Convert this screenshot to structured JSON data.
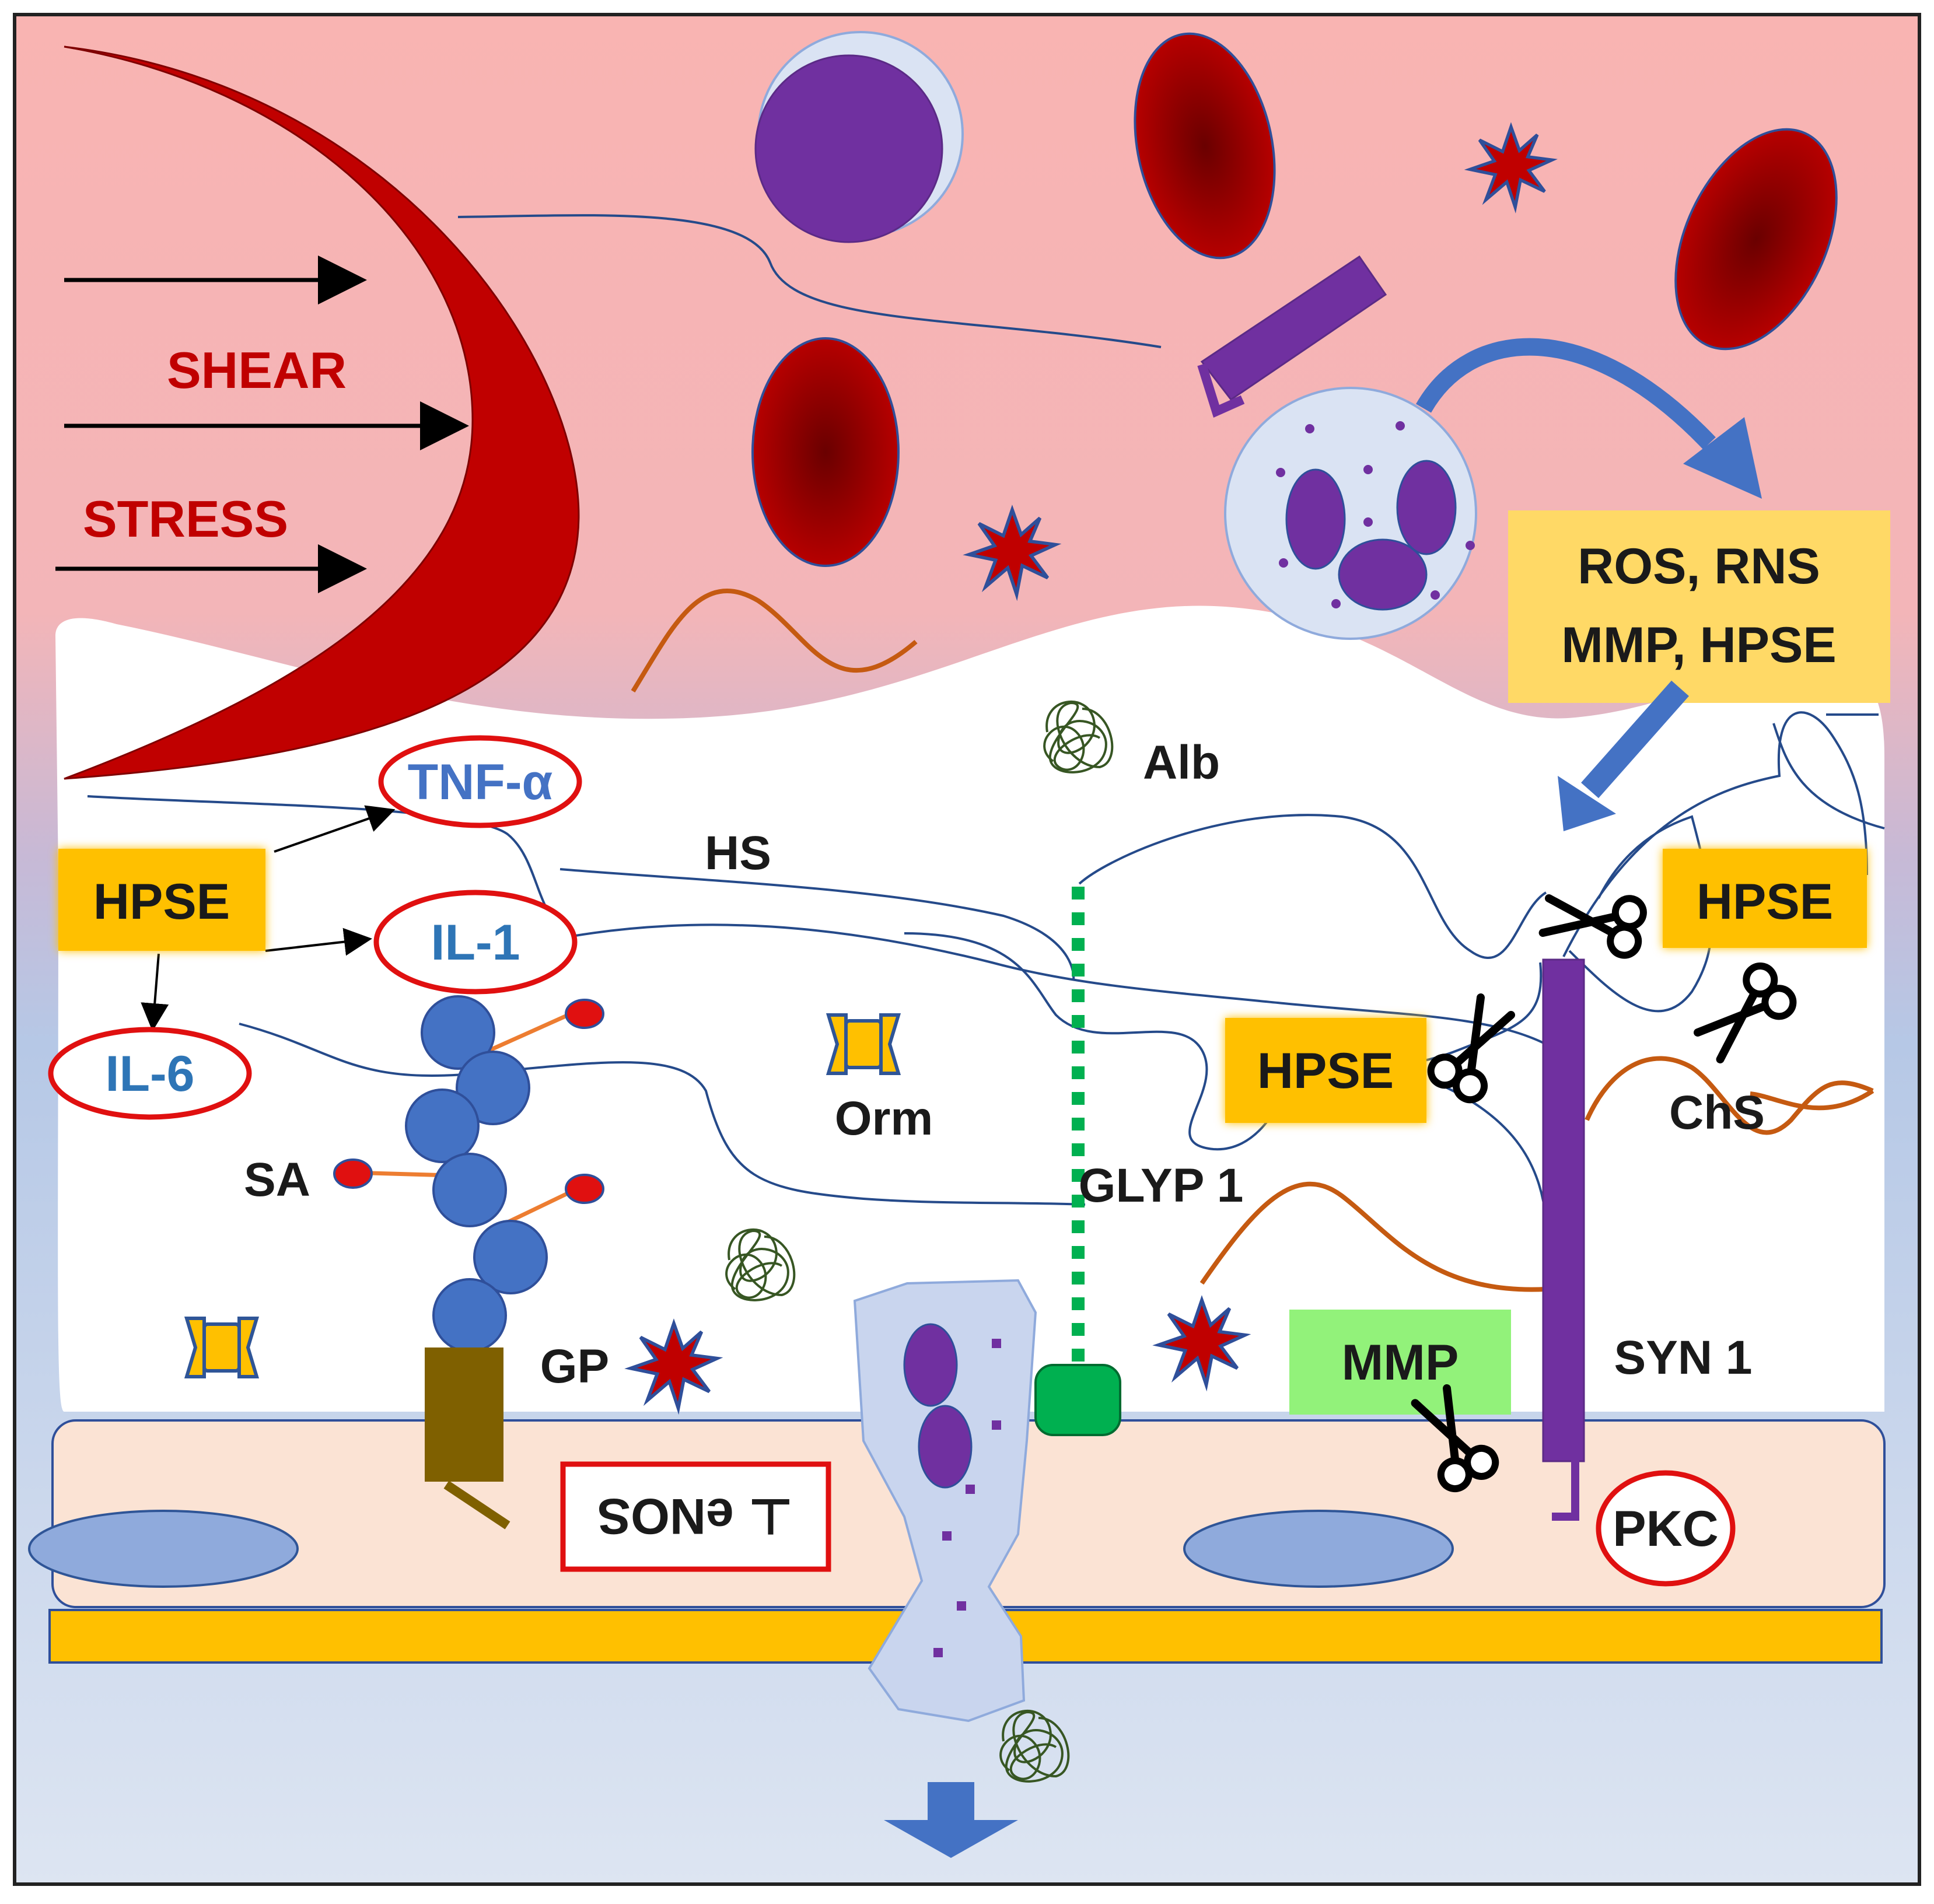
{
  "labels": {
    "shear": "SHEAR",
    "stress": "STRESS",
    "tnf": "TNF-α",
    "il1": "IL-1",
    "il6": "IL-6",
    "hpse_left": "HPSE",
    "hs": "HS",
    "alb": "Alb",
    "orm": "Orm",
    "sa": "SA",
    "gp": "GP",
    "glyp": "GLYP 1",
    "hpse_mid": "HPSE",
    "hpse_right": "HPSE",
    "chs": "ChS",
    "mmp": "MMP",
    "syn": "SYN 1",
    "pkc": "PKC",
    "enos": "⊥ eNOS",
    "ros_line1": "ROS, RNS",
    "ros_line2": "MMP, HPSE"
  },
  "colors": {
    "lumen_top": "#f9b4b2",
    "glycocalyx": "#ffffff",
    "lower_gradient_top": "#b6c8e6",
    "lower_gradient_bottom": "#dbe4f2",
    "endothelium": "#fbe3d4",
    "basement_membrane": "#ffc000",
    "rbc_dark": "#7a0000",
    "rbc": "#b20000",
    "purple": "#7030a0",
    "hpse_box": "#ffc000",
    "mmp_box": "#92f27a",
    "cytokine_text": "#2e75b6",
    "red_outline": "#e01010",
    "chain": "#254a8a",
    "chondroitin": "#c55a11",
    "sialic_chain": "#4472c4",
    "glypican": "#00b050",
    "arrow_blue": "#4472c4"
  },
  "icons": [
    "scissors-icon",
    "albumin-coil-icon",
    "orosomucoid-icon",
    "ros-star-icon",
    "down-arrow-icon"
  ]
}
